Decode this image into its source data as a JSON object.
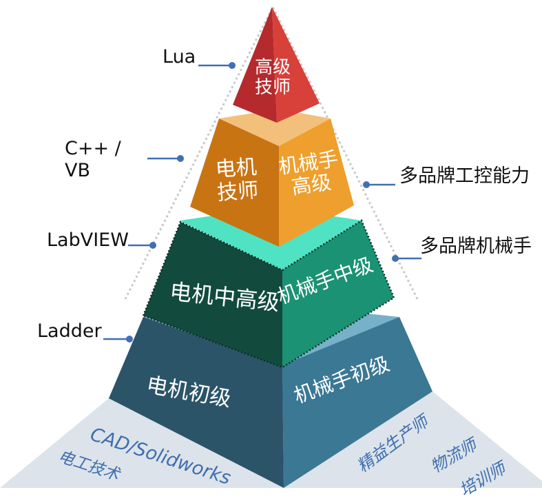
{
  "top_tier": {
    "line1": "高级",
    "line2": "技师"
  },
  "upper_tier": {
    "left_line1": "电机",
    "left_line2": "技师",
    "right_line1": "机械手",
    "right_line2": "高级"
  },
  "middle_tier": {
    "left": "电机中高级",
    "right": "机械手中级"
  },
  "bottom_tier": {
    "left": "电机初级",
    "right": "机械手初级"
  },
  "base_left": {
    "line1": "CAD/Solidworks",
    "line2": "电工技术"
  },
  "base_right": {
    "line1": "精益生产师",
    "line2": "物流师",
    "line3": "培训师"
  },
  "left_labels": {
    "lua": "Lua",
    "cpp_vb_1": "C++ /",
    "cpp_vb_2": "VB",
    "labview": "LabVIEW",
    "ladder": "Ladder"
  },
  "right_labels": {
    "multi_brand_control": "多品牌工控能力",
    "multi_brand_robot": "多品牌机械手"
  },
  "colors": {
    "top_left": "#b52a2d",
    "top_right": "#d8403a",
    "upper_top": "#f3c07c",
    "upper_left": "#c97413",
    "upper_right": "#ee9f2d",
    "middle_top": "#4fe3c3",
    "middle_left": "#124b3e",
    "middle_right": "#1b9274",
    "bottom_top": "#77b1c9",
    "bottom_left": "#2b5468",
    "bottom_right": "#3a7894",
    "base": "#dde3ea",
    "connector": "#3f6fb5",
    "dotted": "#c8c8c8"
  }
}
